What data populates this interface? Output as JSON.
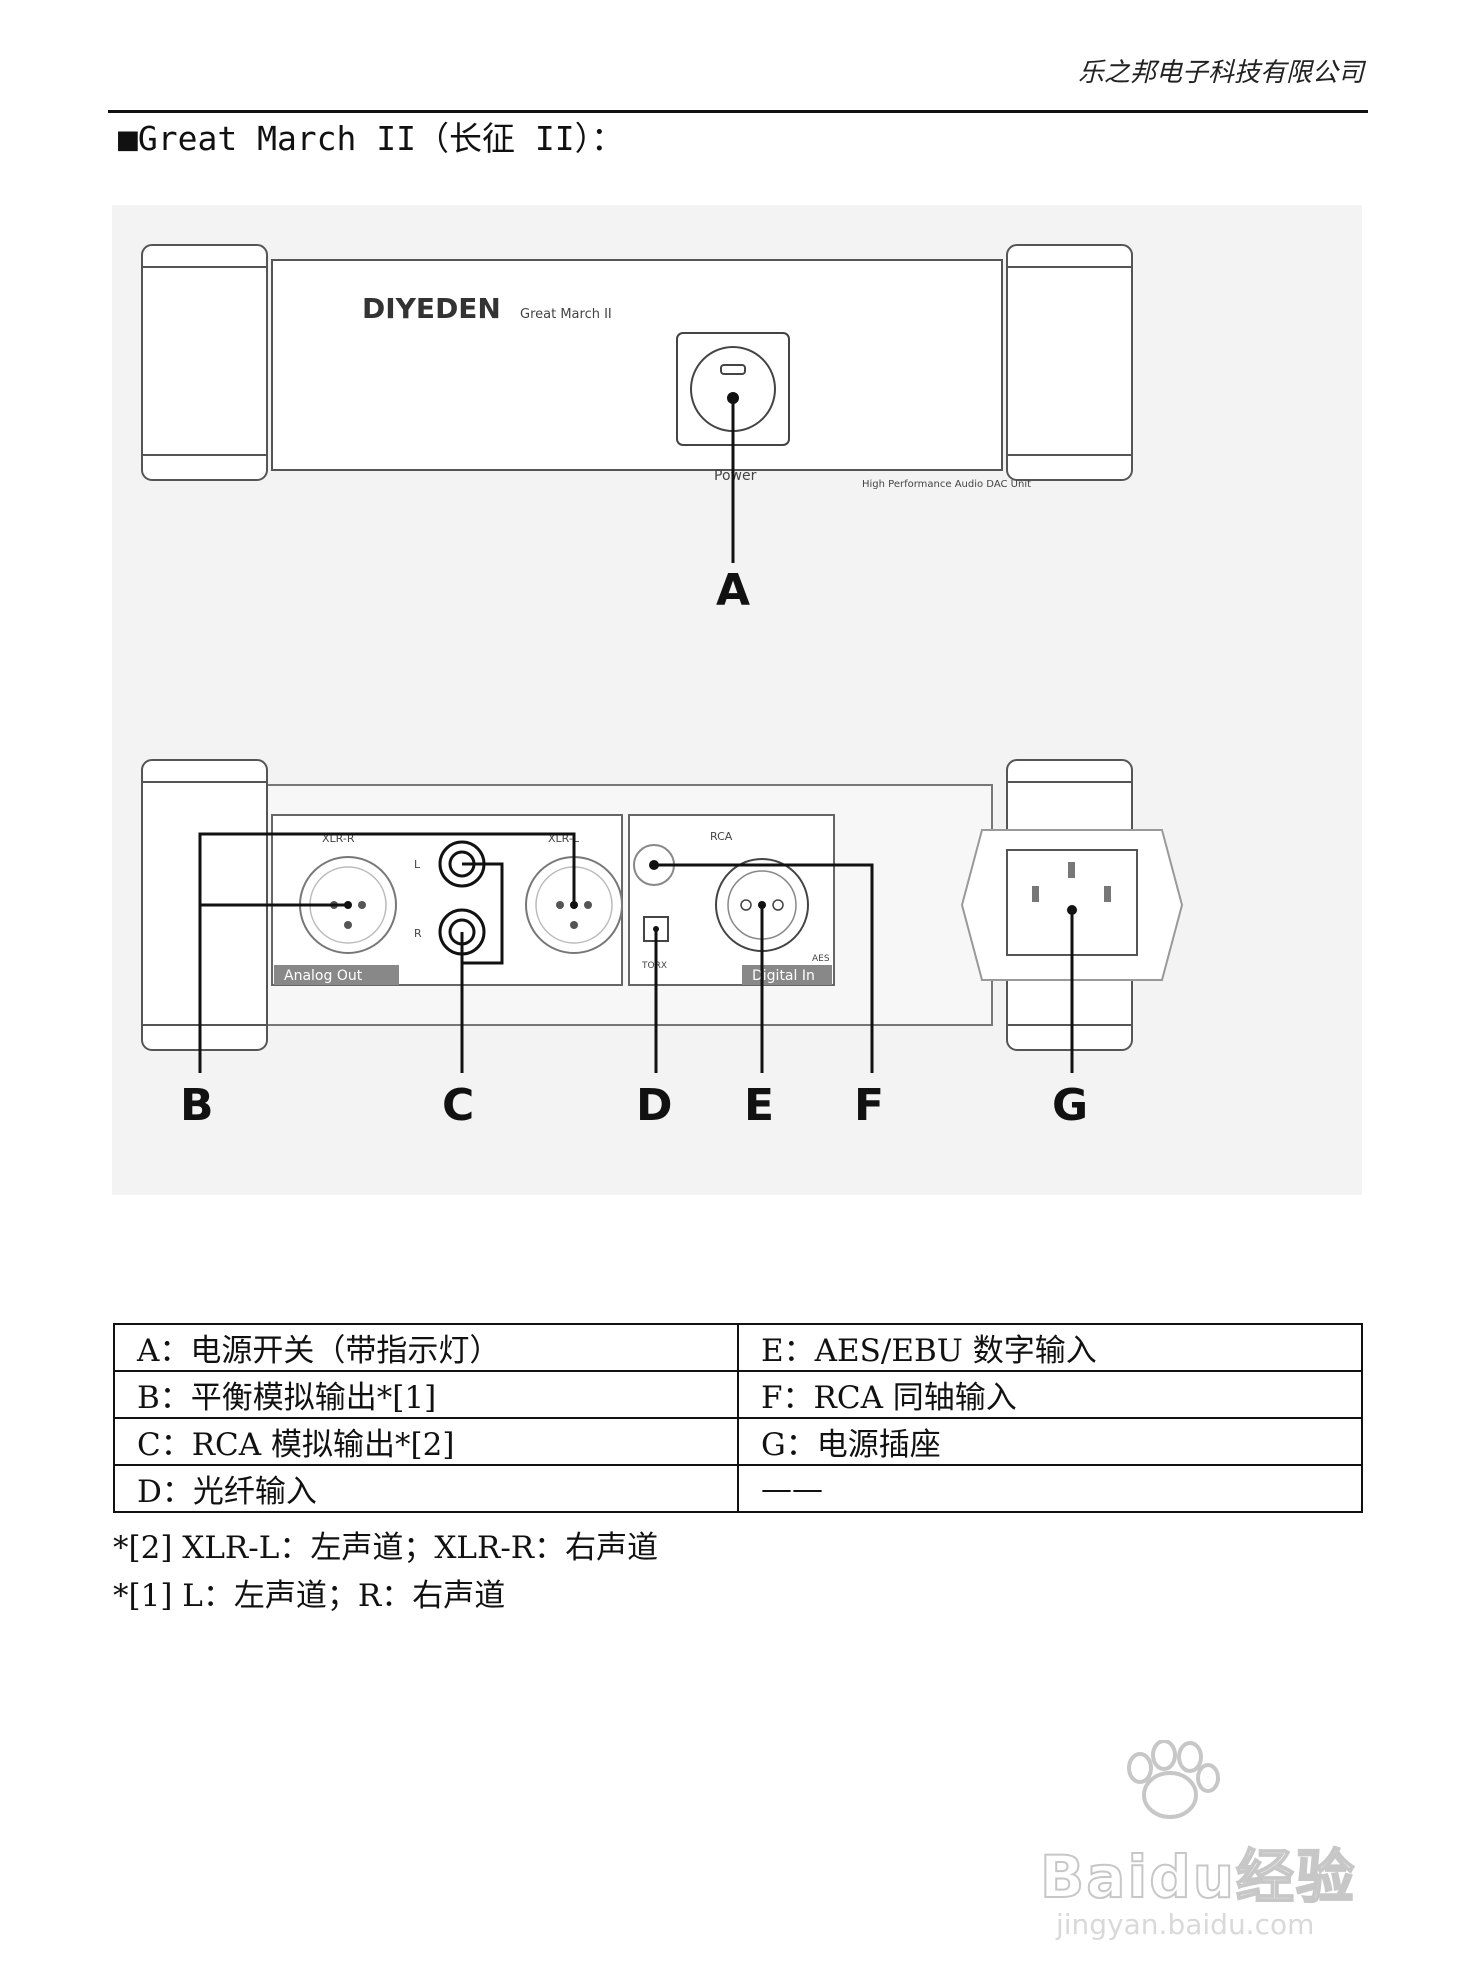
{
  "header": {
    "company": "乐之邦电子科技有限公司",
    "title": "■Great March II（长征 II）："
  },
  "front_panel": {
    "brand": "DIYEDEN",
    "model": "Great March II",
    "power_label": "Power",
    "tagline": "High Performance Audio DAC Unit",
    "callout": "A"
  },
  "rear_panel": {
    "xlr_r": "XLR-R",
    "xlr_l": "XLR-L",
    "rca_l": "L",
    "rca_r": "R",
    "analog_out": "Analog Out",
    "rca_digital": "RCA",
    "toslink": "TORX",
    "aes": "AES",
    "digital_in": "Digital In",
    "callouts": [
      "B",
      "C",
      "D",
      "E",
      "F",
      "G"
    ]
  },
  "legend": {
    "rows": [
      [
        "A：电源开关（带指示灯）",
        "E：AES/EBU 数字输入"
      ],
      [
        "B：平衡模拟输出*[1]",
        "F：RCA 同轴输入"
      ],
      [
        "C：RCA 模拟输出*[2]",
        "G：电源插座"
      ],
      [
        "D：光纤输入",
        "——"
      ]
    ]
  },
  "notes": [
    "*[2] XLR-L：左声道；XLR-R：右声道",
    "*[1] L：左声道；R：右声道"
  ],
  "watermark": {
    "brand": "Baidu经验",
    "url": "jingyan.baidu.com"
  }
}
